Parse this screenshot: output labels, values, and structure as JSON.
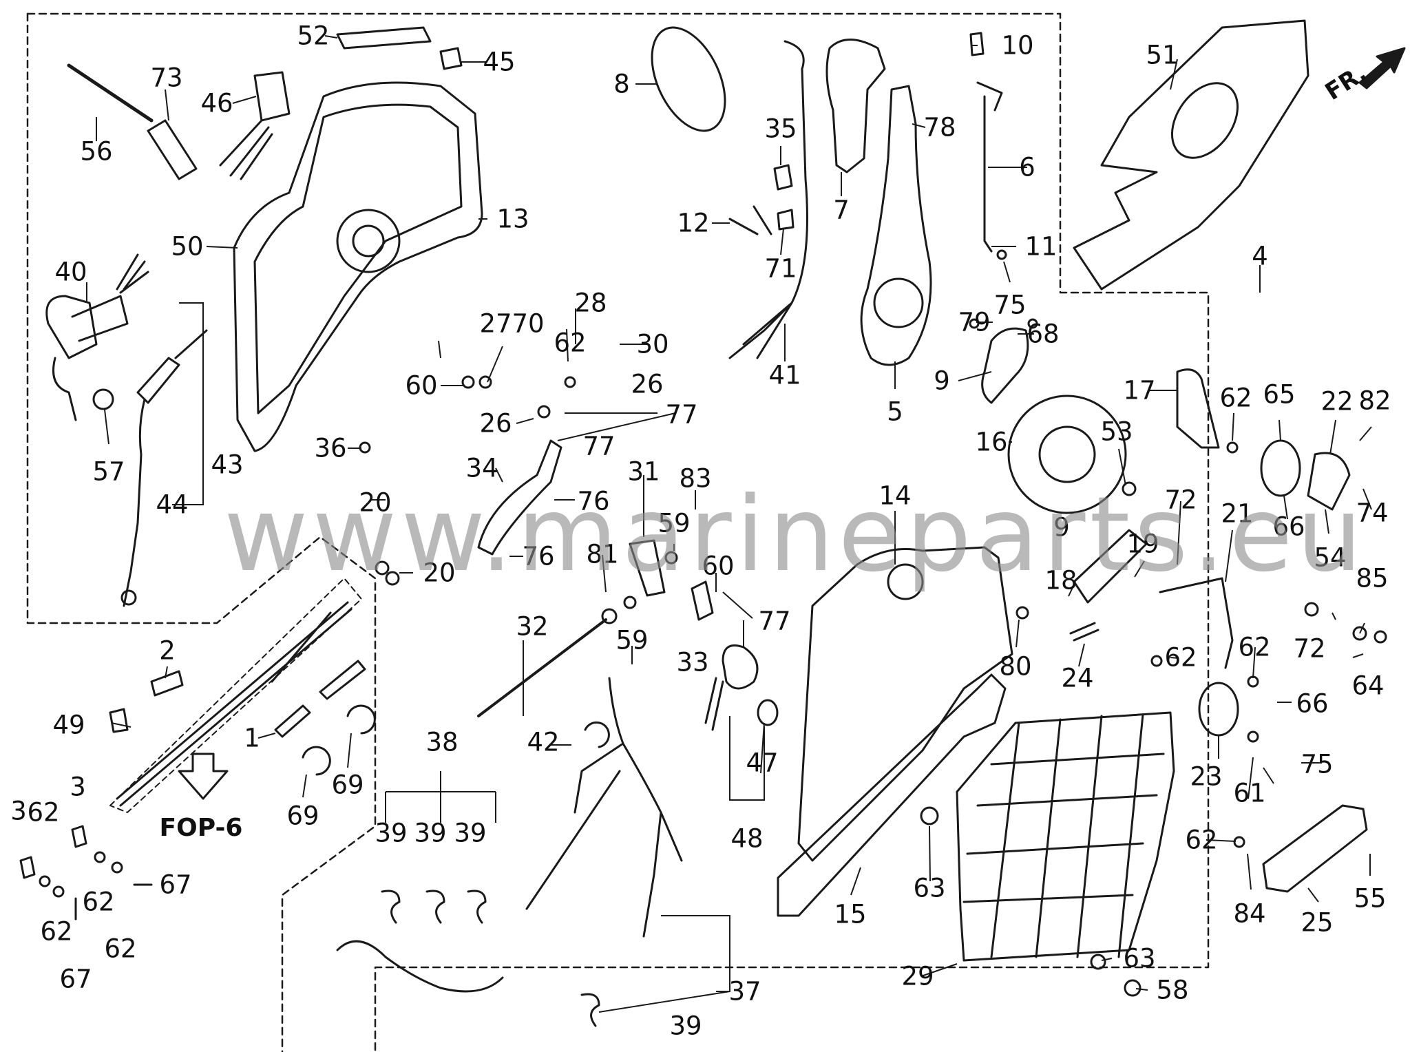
{
  "diagram": {
    "callouts": [
      {
        "id": "52",
        "text": "52"
      },
      {
        "id": "45",
        "text": "45"
      },
      {
        "id": "73",
        "text": "73"
      },
      {
        "id": "46",
        "text": "46"
      },
      {
        "id": "56",
        "text": "56"
      },
      {
        "id": "13",
        "text": "13"
      },
      {
        "id": "50",
        "text": "50"
      },
      {
        "id": "40",
        "text": "40"
      },
      {
        "id": "57",
        "text": "57"
      },
      {
        "id": "43",
        "text": "43"
      },
      {
        "id": "44",
        "text": "44"
      },
      {
        "id": "36",
        "text": "36"
      },
      {
        "id": "8",
        "text": "8"
      },
      {
        "id": "35",
        "text": "35"
      },
      {
        "id": "12",
        "text": "12"
      },
      {
        "id": "71",
        "text": "71"
      },
      {
        "id": "41",
        "text": "41"
      },
      {
        "id": "10",
        "text": "10"
      },
      {
        "id": "78",
        "text": "78"
      },
      {
        "id": "7",
        "text": "7"
      },
      {
        "id": "6",
        "text": "6"
      },
      {
        "id": "11",
        "text": "11"
      },
      {
        "id": "75a",
        "text": "75"
      },
      {
        "id": "79",
        "text": "79"
      },
      {
        "id": "68",
        "text": "68"
      },
      {
        "id": "9a",
        "text": "9"
      },
      {
        "id": "5",
        "text": "5"
      },
      {
        "id": "51",
        "text": "51"
      },
      {
        "id": "4",
        "text": "4"
      },
      {
        "id": "27",
        "text": "27"
      },
      {
        "id": "70",
        "text": "70"
      },
      {
        "id": "28",
        "text": "28"
      },
      {
        "id": "62a",
        "text": "62"
      },
      {
        "id": "30",
        "text": "30"
      },
      {
        "id": "60a",
        "text": "60"
      },
      {
        "id": "26a",
        "text": "26"
      },
      {
        "id": "77a",
        "text": "77"
      },
      {
        "id": "26b",
        "text": "26"
      },
      {
        "id": "77b",
        "text": "77"
      },
      {
        "id": "34",
        "text": "34"
      },
      {
        "id": "76a",
        "text": "76"
      },
      {
        "id": "76b",
        "text": "76"
      },
      {
        "id": "31",
        "text": "31"
      },
      {
        "id": "83",
        "text": "83"
      },
      {
        "id": "59a",
        "text": "59"
      },
      {
        "id": "81",
        "text": "81"
      },
      {
        "id": "60b",
        "text": "60"
      },
      {
        "id": "77c",
        "text": "77"
      },
      {
        "id": "59b",
        "text": "59"
      },
      {
        "id": "33",
        "text": "33"
      },
      {
        "id": "32",
        "text": "32"
      },
      {
        "id": "20a",
        "text": "20"
      },
      {
        "id": "20b",
        "text": "20"
      },
      {
        "id": "2",
        "text": "2"
      },
      {
        "id": "49",
        "text": "49"
      },
      {
        "id": "1",
        "text": "1"
      },
      {
        "id": "69a",
        "text": "69"
      },
      {
        "id": "69b",
        "text": "69"
      },
      {
        "id": "3a",
        "text": "3"
      },
      {
        "id": "3b",
        "text": "3"
      },
      {
        "id": "62b",
        "text": "62"
      },
      {
        "id": "62c",
        "text": "62"
      },
      {
        "id": "62d",
        "text": "62"
      },
      {
        "id": "62e",
        "text": "62"
      },
      {
        "id": "67a",
        "text": "67"
      },
      {
        "id": "67b",
        "text": "67"
      },
      {
        "id": "38",
        "text": "38"
      },
      {
        "id": "39a",
        "text": "39"
      },
      {
        "id": "39b",
        "text": "39"
      },
      {
        "id": "39c",
        "text": "39"
      },
      {
        "id": "42",
        "text": "42"
      },
      {
        "id": "37",
        "text": "37"
      },
      {
        "id": "39d",
        "text": "39"
      },
      {
        "id": "47",
        "text": "47"
      },
      {
        "id": "48",
        "text": "48"
      },
      {
        "id": "14",
        "text": "14"
      },
      {
        "id": "16",
        "text": "16"
      },
      {
        "id": "53",
        "text": "53"
      },
      {
        "id": "17",
        "text": "17"
      },
      {
        "id": "62f",
        "text": "62"
      },
      {
        "id": "65",
        "text": "65"
      },
      {
        "id": "22",
        "text": "22"
      },
      {
        "id": "82",
        "text": "82"
      },
      {
        "id": "74",
        "text": "74"
      },
      {
        "id": "66a",
        "text": "66"
      },
      {
        "id": "54",
        "text": "54"
      },
      {
        "id": "9b",
        "text": "9"
      },
      {
        "id": "19",
        "text": "19"
      },
      {
        "id": "18",
        "text": "18"
      },
      {
        "id": "72a",
        "text": "72"
      },
      {
        "id": "21",
        "text": "21"
      },
      {
        "id": "80",
        "text": "80"
      },
      {
        "id": "24",
        "text": "24"
      },
      {
        "id": "72b",
        "text": "72"
      },
      {
        "id": "85",
        "text": "85"
      },
      {
        "id": "64",
        "text": "64"
      },
      {
        "id": "62g",
        "text": "62"
      },
      {
        "id": "62h",
        "text": "62"
      },
      {
        "id": "66b",
        "text": "66"
      },
      {
        "id": "23",
        "text": "23"
      },
      {
        "id": "75b",
        "text": "75"
      },
      {
        "id": "61",
        "text": "61"
      },
      {
        "id": "63a",
        "text": "63"
      },
      {
        "id": "15",
        "text": "15"
      },
      {
        "id": "29",
        "text": "29"
      },
      {
        "id": "63b",
        "text": "63"
      },
      {
        "id": "58",
        "text": "58"
      },
      {
        "id": "62i",
        "text": "62"
      },
      {
        "id": "84",
        "text": "84"
      },
      {
        "id": "25",
        "text": "25"
      },
      {
        "id": "55",
        "text": "55"
      }
    ],
    "reference_label": "FOP-6",
    "direction_label": "FR.",
    "watermark": "www.marineparts.eu",
    "colors": {
      "line": "#1a1a1a",
      "label": "#111111",
      "watermark": "#8c8c8c",
      "background": "#ffffff"
    }
  }
}
